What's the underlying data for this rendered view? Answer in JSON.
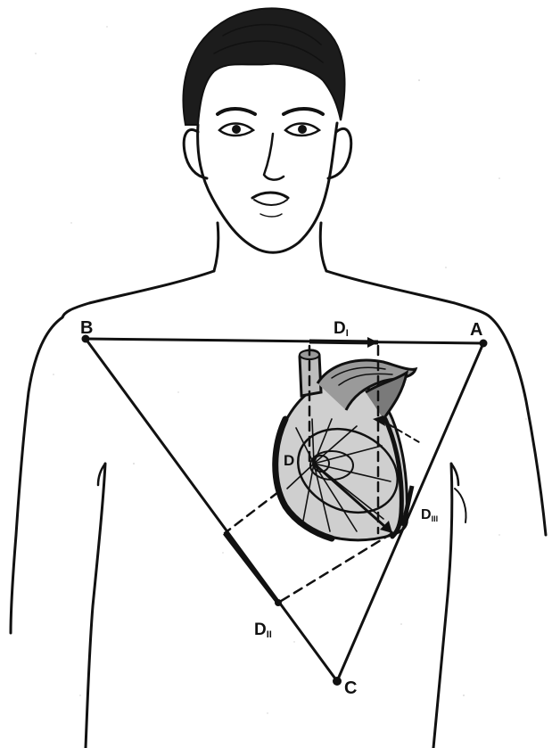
{
  "diagram": {
    "vertices": {
      "b": "B",
      "a": "A",
      "c": "C"
    },
    "projections": {
      "d": "D",
      "d1": "D",
      "d1_sub": "I",
      "d2": "D",
      "d2_sub": "II",
      "d3": "D",
      "d3_sub": "III"
    }
  }
}
